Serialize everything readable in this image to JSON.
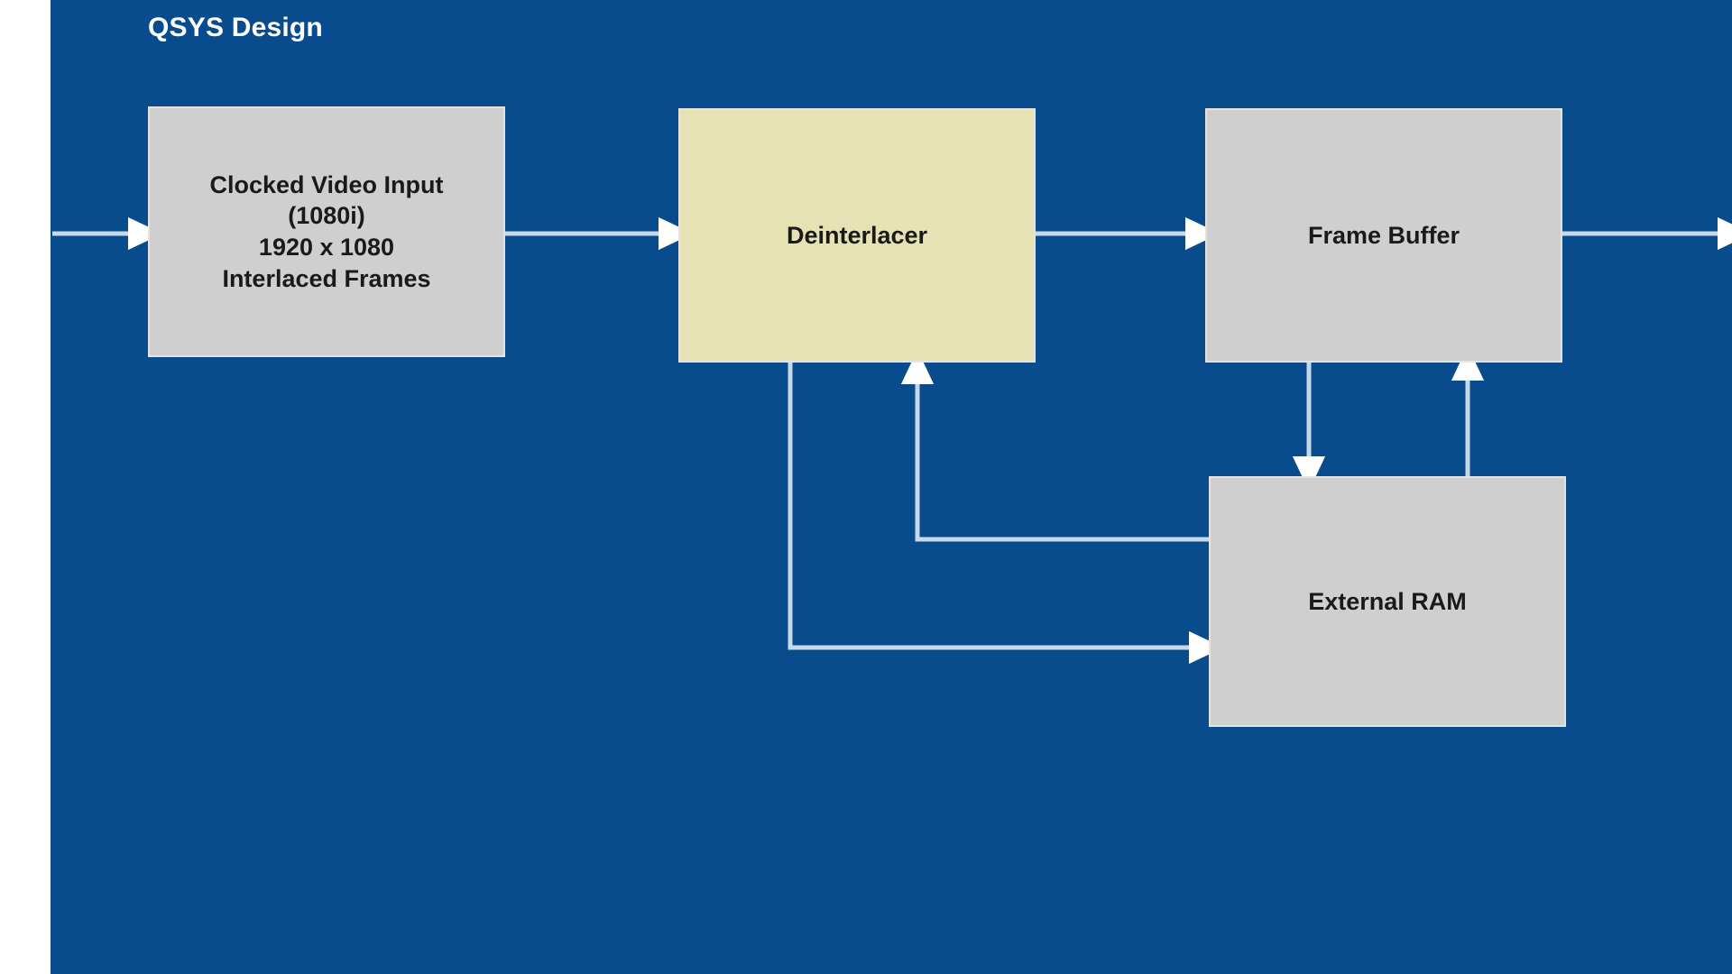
{
  "diagram": {
    "title": "QSYS Design",
    "panel_color": "#084c8d",
    "wire_color": "#c7d8ea",
    "node_gray": "#cfcfcf",
    "node_yellow": "#e5e3b4",
    "node_border": "#e8e3dc",
    "type": "block-diagram",
    "nodes": [
      {
        "id": "clocked-video-input",
        "label": "Clocked Video Input\n(1080i)\n1920 x 1080\nInterlaced Frames",
        "fill": "#cfcfcf"
      },
      {
        "id": "deinterlacer",
        "label": "Deinterlacer",
        "fill": "#e5e3b4"
      },
      {
        "id": "frame-buffer",
        "label": "Frame Buffer",
        "fill": "#cfcfcf"
      },
      {
        "id": "external-ram",
        "label": "External RAM",
        "fill": "#cfcfcf"
      }
    ],
    "edges": [
      {
        "id": "input-to-cvi",
        "from": "external-input",
        "to": "clocked-video-input",
        "direction": "right"
      },
      {
        "id": "cvi-to-deinterlacer",
        "from": "clocked-video-input",
        "to": "deinterlacer",
        "direction": "right"
      },
      {
        "id": "deinterlacer-to-frame-buffer",
        "from": "deinterlacer",
        "to": "frame-buffer",
        "direction": "right"
      },
      {
        "id": "frame-buffer-to-output",
        "from": "frame-buffer",
        "to": "external-output",
        "direction": "right"
      },
      {
        "id": "deinterlacer-to-external-ram",
        "from": "deinterlacer",
        "to": "external-ram",
        "direction": "right"
      },
      {
        "id": "external-ram-to-deinterlacer",
        "from": "external-ram",
        "to": "deinterlacer",
        "direction": "up"
      },
      {
        "id": "frame-buffer-to-external-ram",
        "from": "frame-buffer",
        "to": "external-ram",
        "direction": "down"
      },
      {
        "id": "external-ram-to-frame-buffer",
        "from": "external-ram",
        "to": "frame-buffer",
        "direction": "up"
      }
    ]
  }
}
